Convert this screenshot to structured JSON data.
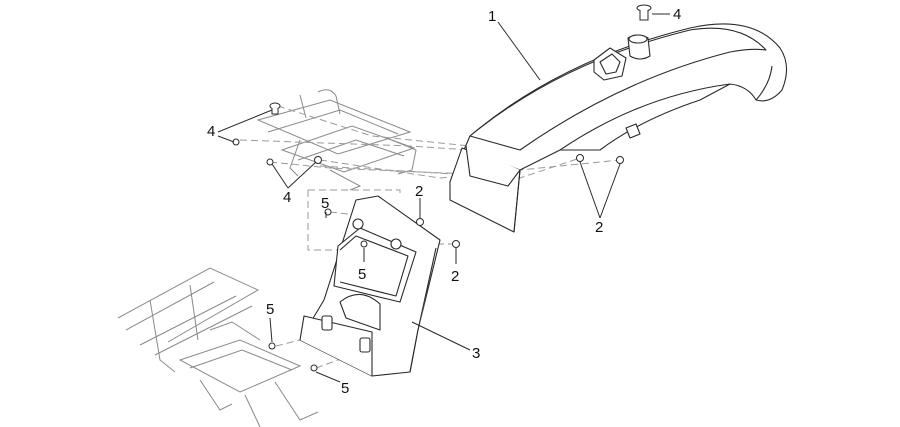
{
  "callouts": [
    {
      "id": "c1",
      "label": "1"
    },
    {
      "id": "c4a",
      "label": "4"
    },
    {
      "id": "c4b",
      "label": "4"
    },
    {
      "id": "c4c",
      "label": "4"
    },
    {
      "id": "c2a",
      "label": "2"
    },
    {
      "id": "c2b",
      "label": "2"
    },
    {
      "id": "c2c",
      "label": "2"
    },
    {
      "id": "c5a",
      "label": "5"
    },
    {
      "id": "c5b",
      "label": "5"
    },
    {
      "id": "c5c",
      "label": "5"
    },
    {
      "id": "c5d",
      "label": "5"
    },
    {
      "id": "c3",
      "label": "3"
    }
  ]
}
